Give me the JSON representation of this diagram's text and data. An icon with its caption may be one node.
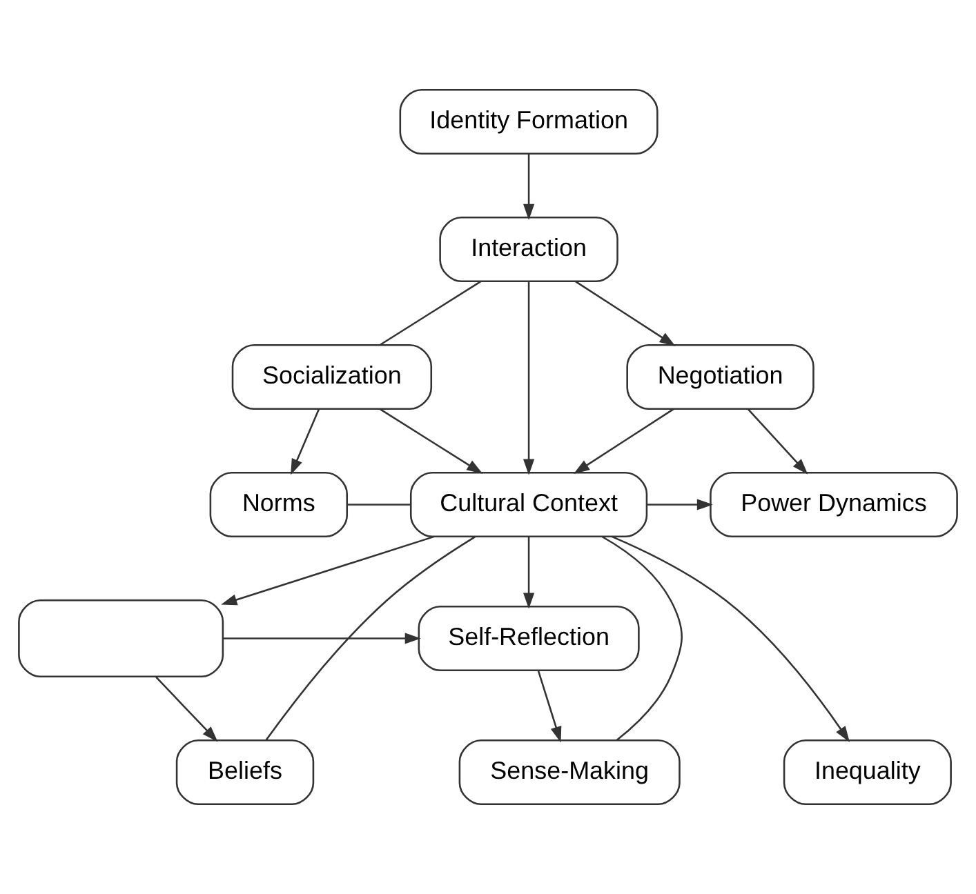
{
  "diagram": {
    "nodes": [
      {
        "text": [
          "Identity Formation"
        ]
      },
      {
        "text": [
          "Interaction"
        ]
      },
      {
        "text": [
          "Socialization"
        ]
      },
      {
        "text": [
          "Negotiation"
        ]
      },
      {
        "text": [
          "Norms"
        ]
      },
      {
        "text": [
          "Cultural Context"
        ]
      },
      {
        "text": [
          "Power Dynamics"
        ]
      },
      {
        "text": [],
        "shape": "box"
      },
      {
        "text": [
          "Self-Reflection"
        ]
      },
      {
        "text": [
          "Beliefs"
        ]
      },
      {
        "text": [
          "Inequality"
        ]
      },
      {
        "text": [
          "Sense-Making"
        ]
      }
    ],
    "edges": [
      {
        "from": 0,
        "to": 1,
        "arrow": "to"
      },
      {
        "from": 1,
        "to": 2,
        "arrow": "none"
      },
      {
        "from": 1,
        "to": 3,
        "arrow": "to"
      },
      {
        "from": 2,
        "to": 5,
        "arrow": "to"
      },
      {
        "from": 1,
        "to": 5,
        "arrow": "to"
      },
      {
        "from": 3,
        "to": 5,
        "arrow": "to"
      },
      {
        "from": 2,
        "to": 4,
        "arrow": "to"
      },
      {
        "from": 3,
        "to": 6,
        "arrow": "to"
      },
      {
        "from": 4,
        "to": 5,
        "arrow": "none"
      },
      {
        "from": 5,
        "to": 6,
        "arrow": "to"
      },
      {
        "from": 5,
        "to": 7,
        "arrow": "to"
      },
      {
        "from": 5,
        "to": 8,
        "arrow": "to"
      },
      {
        "from": 7,
        "to": 8,
        "arrow": "to"
      },
      {
        "from": 5,
        "to": 9,
        "arrow": "none"
      },
      {
        "from": 5,
        "to": 10,
        "arrow": "to"
      },
      {
        "from": 5,
        "to": 11,
        "arrow": "none"
      },
      {
        "from": 7,
        "to": 9,
        "arrow": "to"
      },
      {
        "from": 8,
        "to": 11,
        "arrow": "to"
      }
    ]
  }
}
